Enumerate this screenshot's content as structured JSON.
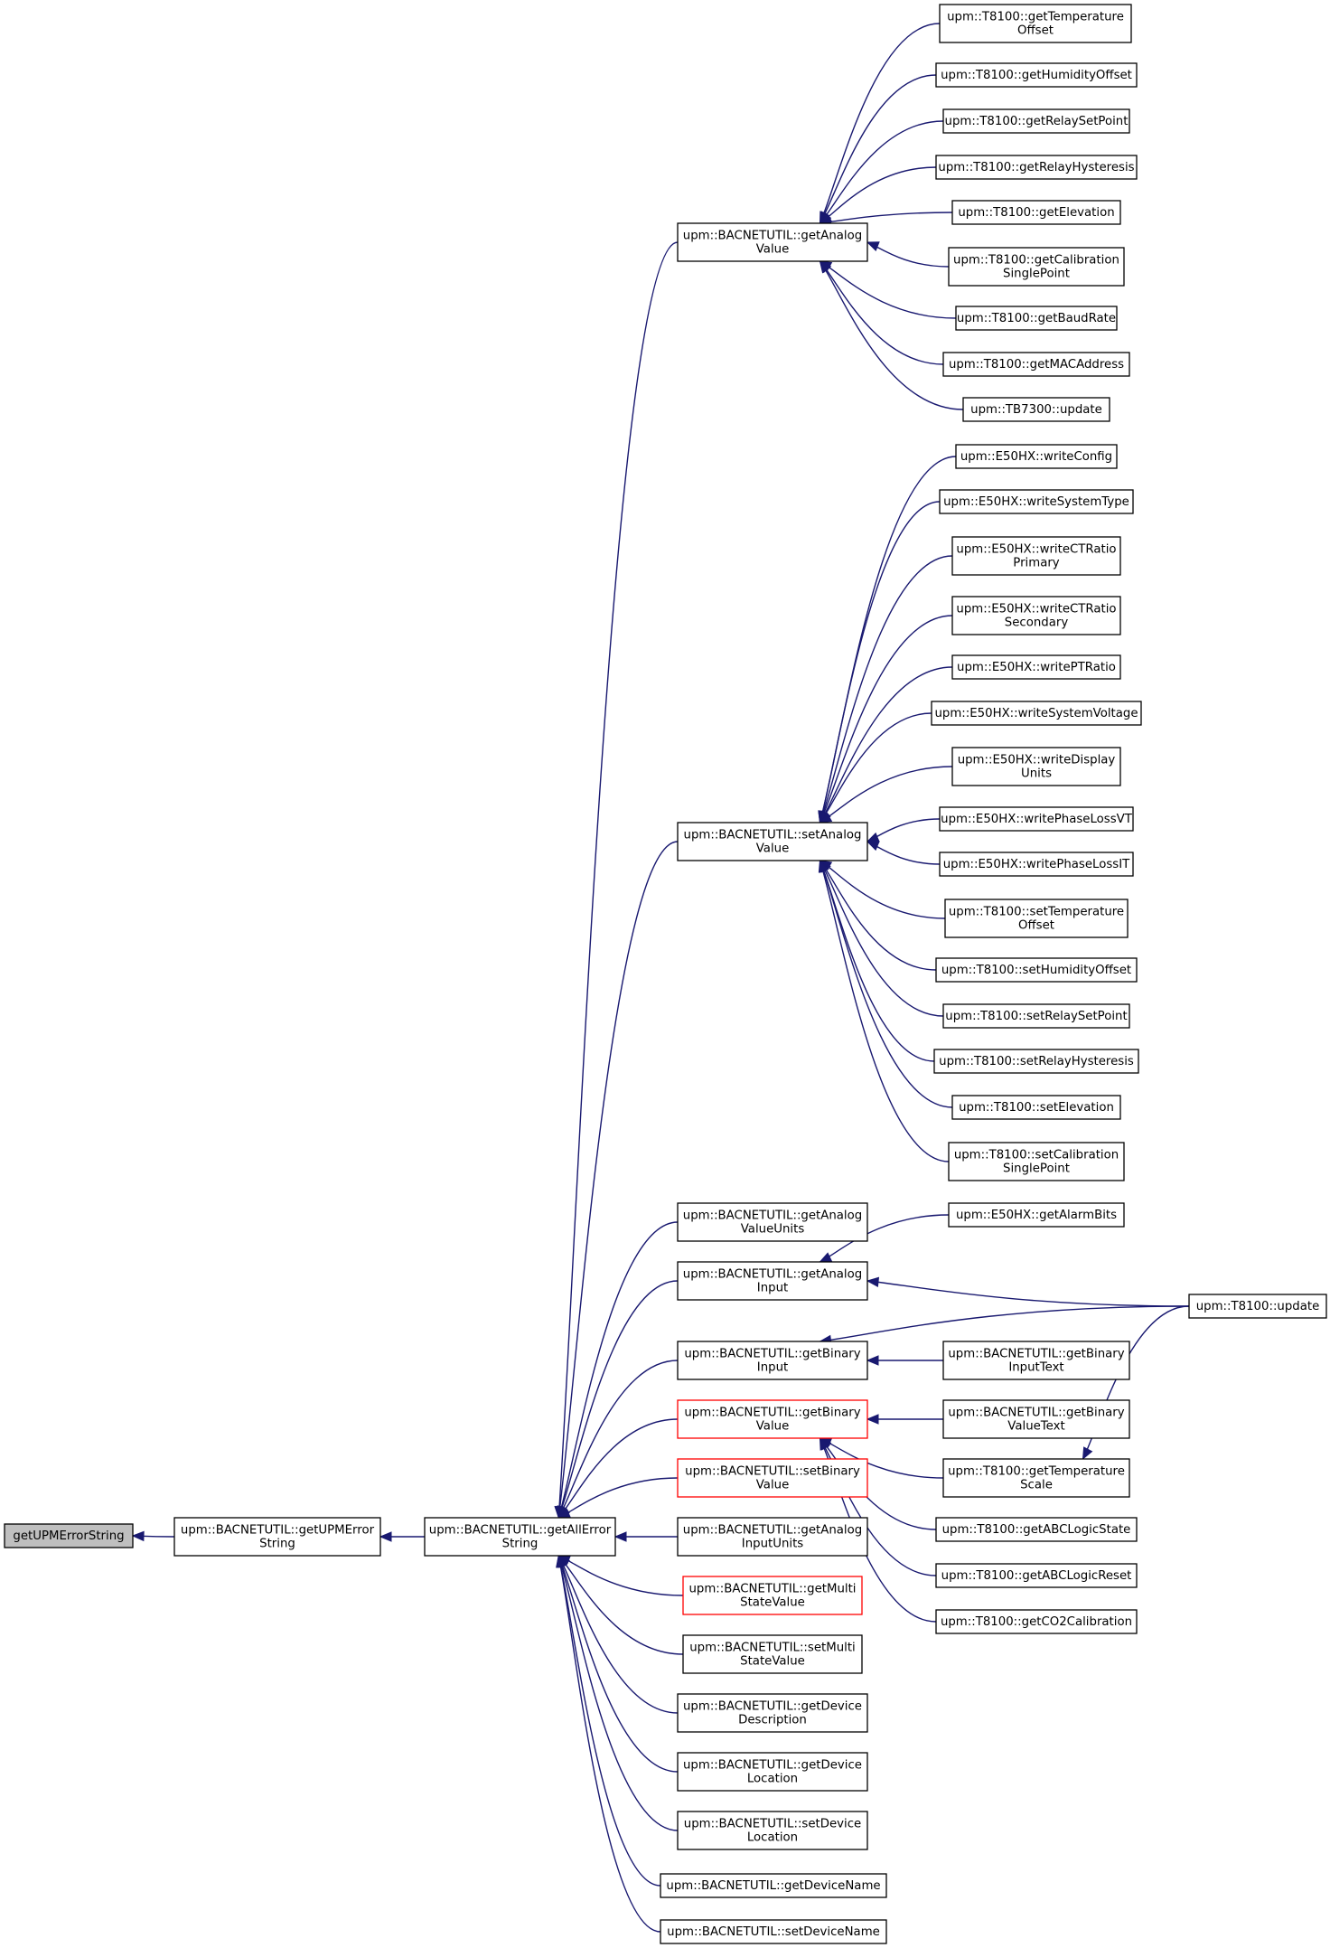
{
  "nodes": [
    {
      "id": "n0",
      "lines": [
        "getUPMErrorString"
      ],
      "style": "focus"
    },
    {
      "id": "n1",
      "lines": [
        "upm::BACNETUTIL::getUPMError",
        "String"
      ]
    },
    {
      "id": "n2",
      "lines": [
        "upm::BACNETUTIL::getAllError",
        "String"
      ]
    },
    {
      "id": "n3",
      "lines": [
        "upm::BACNETUTIL::getAnalog",
        "Value"
      ]
    },
    {
      "id": "n4",
      "lines": [
        "upm::BACNETUTIL::setAnalog",
        "Value"
      ]
    },
    {
      "id": "n5",
      "lines": [
        "upm::BACNETUTIL::getAnalog",
        "ValueUnits"
      ]
    },
    {
      "id": "n6",
      "lines": [
        "upm::BACNETUTIL::getAnalog",
        "Input"
      ]
    },
    {
      "id": "n7",
      "lines": [
        "upm::BACNETUTIL::getBinary",
        "Input"
      ]
    },
    {
      "id": "n8",
      "lines": [
        "upm::BACNETUTIL::getBinary",
        "Value"
      ],
      "style": "red"
    },
    {
      "id": "n9",
      "lines": [
        "upm::BACNETUTIL::setBinary",
        "Value"
      ],
      "style": "red"
    },
    {
      "id": "n10",
      "lines": [
        "upm::BACNETUTIL::getAnalog",
        "InputUnits"
      ]
    },
    {
      "id": "n11",
      "lines": [
        "upm::BACNETUTIL::getMulti",
        "StateValue"
      ],
      "style": "red"
    },
    {
      "id": "n12",
      "lines": [
        "upm::BACNETUTIL::setMulti",
        "StateValue"
      ]
    },
    {
      "id": "n13",
      "lines": [
        "upm::BACNETUTIL::getDevice",
        "Description"
      ]
    },
    {
      "id": "n14",
      "lines": [
        "upm::BACNETUTIL::getDevice",
        "Location"
      ]
    },
    {
      "id": "n15",
      "lines": [
        "upm::BACNETUTIL::setDevice",
        "Location"
      ]
    },
    {
      "id": "n16",
      "lines": [
        "upm::BACNETUTIL::getDeviceName"
      ]
    },
    {
      "id": "n17",
      "lines": [
        "upm::BACNETUTIL::setDeviceName"
      ]
    },
    {
      "id": "a1",
      "lines": [
        "upm::T8100::getTemperature",
        "Offset"
      ]
    },
    {
      "id": "a2",
      "lines": [
        "upm::T8100::getHumidityOffset"
      ]
    },
    {
      "id": "a3",
      "lines": [
        "upm::T8100::getRelaySetPoint"
      ]
    },
    {
      "id": "a4",
      "lines": [
        "upm::T8100::getRelayHysteresis"
      ]
    },
    {
      "id": "a5",
      "lines": [
        "upm::T8100::getElevation"
      ]
    },
    {
      "id": "a6",
      "lines": [
        "upm::T8100::getCalibration",
        "SinglePoint"
      ]
    },
    {
      "id": "a7",
      "lines": [
        "upm::T8100::getBaudRate"
      ]
    },
    {
      "id": "a8",
      "lines": [
        "upm::T8100::getMACAddress"
      ]
    },
    {
      "id": "a9",
      "lines": [
        "upm::TB7300::update"
      ]
    },
    {
      "id": "b1",
      "lines": [
        "upm::E50HX::writeConfig"
      ]
    },
    {
      "id": "b2",
      "lines": [
        "upm::E50HX::writeSystemType"
      ]
    },
    {
      "id": "b3",
      "lines": [
        "upm::E50HX::writeCTRatio",
        "Primary"
      ]
    },
    {
      "id": "b4",
      "lines": [
        "upm::E50HX::writeCTRatio",
        "Secondary"
      ]
    },
    {
      "id": "b5",
      "lines": [
        "upm::E50HX::writePTRatio"
      ]
    },
    {
      "id": "b6",
      "lines": [
        "upm::E50HX::writeSystemVoltage"
      ]
    },
    {
      "id": "b7",
      "lines": [
        "upm::E50HX::writeDisplay",
        "Units"
      ]
    },
    {
      "id": "b8",
      "lines": [
        "upm::E50HX::writePhaseLossVT"
      ]
    },
    {
      "id": "b9",
      "lines": [
        "upm::E50HX::writePhaseLossIT"
      ]
    },
    {
      "id": "b10",
      "lines": [
        "upm::T8100::setTemperature",
        "Offset"
      ]
    },
    {
      "id": "b11",
      "lines": [
        "upm::T8100::setHumidityOffset"
      ]
    },
    {
      "id": "b12",
      "lines": [
        "upm::T8100::setRelaySetPoint"
      ]
    },
    {
      "id": "b13",
      "lines": [
        "upm::T8100::setRelayHysteresis"
      ]
    },
    {
      "id": "b14",
      "lines": [
        "upm::T8100::setElevation"
      ]
    },
    {
      "id": "b15",
      "lines": [
        "upm::T8100::setCalibration",
        "SinglePoint"
      ]
    },
    {
      "id": "c1",
      "lines": [
        "upm::E50HX::getAlarmBits"
      ]
    },
    {
      "id": "c2",
      "lines": [
        "upm::BACNETUTIL::getBinary",
        "InputText"
      ]
    },
    {
      "id": "c3",
      "lines": [
        "upm::BACNETUTIL::getBinary",
        "ValueText"
      ]
    },
    {
      "id": "c4",
      "lines": [
        "upm::T8100::getTemperature",
        "Scale"
      ]
    },
    {
      "id": "c5",
      "lines": [
        "upm::T8100::getABCLogicState"
      ]
    },
    {
      "id": "c6",
      "lines": [
        "upm::T8100::getABCLogicReset"
      ]
    },
    {
      "id": "c7",
      "lines": [
        "upm::T8100::getCO2Calibration"
      ]
    },
    {
      "id": "d1",
      "lines": [
        "upm::T8100::update"
      ]
    }
  ],
  "edges": [
    [
      "n1",
      "n0"
    ],
    [
      "n2",
      "n1"
    ],
    [
      "n3",
      "n2"
    ],
    [
      "n4",
      "n2"
    ],
    [
      "n5",
      "n2"
    ],
    [
      "n6",
      "n2"
    ],
    [
      "n7",
      "n2"
    ],
    [
      "n8",
      "n2"
    ],
    [
      "n9",
      "n2"
    ],
    [
      "n10",
      "n2"
    ],
    [
      "n11",
      "n2"
    ],
    [
      "n12",
      "n2"
    ],
    [
      "n13",
      "n2"
    ],
    [
      "n14",
      "n2"
    ],
    [
      "n15",
      "n2"
    ],
    [
      "n16",
      "n2"
    ],
    [
      "n17",
      "n2"
    ],
    [
      "a1",
      "n3"
    ],
    [
      "a2",
      "n3"
    ],
    [
      "a3",
      "n3"
    ],
    [
      "a4",
      "n3"
    ],
    [
      "a5",
      "n3"
    ],
    [
      "a6",
      "n3"
    ],
    [
      "a7",
      "n3"
    ],
    [
      "a8",
      "n3"
    ],
    [
      "a9",
      "n3"
    ],
    [
      "b1",
      "n4"
    ],
    [
      "b2",
      "n4"
    ],
    [
      "b3",
      "n4"
    ],
    [
      "b4",
      "n4"
    ],
    [
      "b5",
      "n4"
    ],
    [
      "b6",
      "n4"
    ],
    [
      "b7",
      "n4"
    ],
    [
      "b8",
      "n4"
    ],
    [
      "b9",
      "n4"
    ],
    [
      "b10",
      "n4"
    ],
    [
      "b11",
      "n4"
    ],
    [
      "b12",
      "n4"
    ],
    [
      "b13",
      "n4"
    ],
    [
      "b14",
      "n4"
    ],
    [
      "b15",
      "n4"
    ],
    [
      "c1",
      "n6"
    ],
    [
      "d1",
      "n6"
    ],
    [
      "d1",
      "n7"
    ],
    [
      "c2",
      "n7"
    ],
    [
      "c3",
      "n8"
    ],
    [
      "c4",
      "n8"
    ],
    [
      "c5",
      "n8"
    ],
    [
      "c6",
      "n8"
    ],
    [
      "c7",
      "n8"
    ],
    [
      "d1",
      "c4"
    ]
  ]
}
